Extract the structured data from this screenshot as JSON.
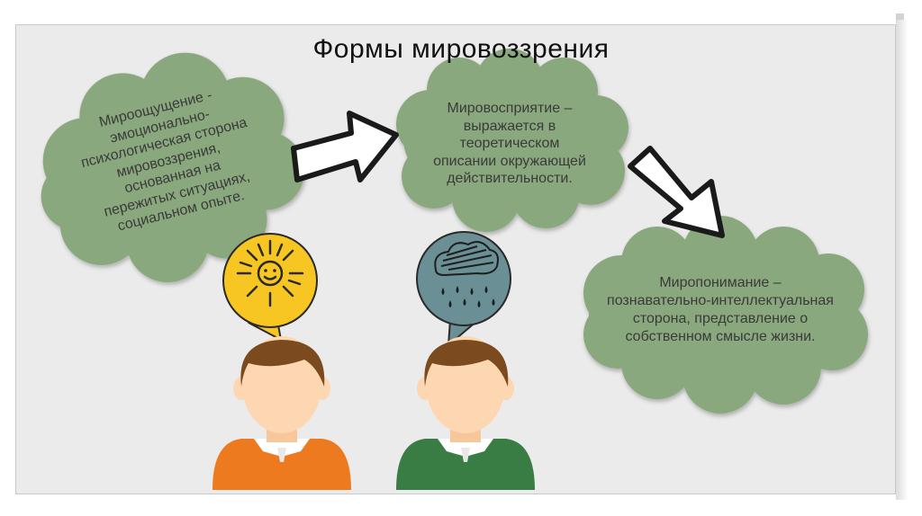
{
  "title": "Формы мировоззрения",
  "bubbles": [
    {
      "id": "mirooshchushchenie",
      "lines": [
        "Мироощущение -",
        "эмоционально-",
        "психологическая сторона",
        "мировоззрения,",
        "основанная на",
        "пережитых ситуациях,",
        "социальном опыте."
      ]
    },
    {
      "id": "mirovospriyatie",
      "lines": [
        "Мировосприятие –",
        "выражается в",
        "теоретическом",
        "описании окружающей",
        "действительности."
      ]
    },
    {
      "id": "miroponimanie",
      "lines": [
        "Миропонимание –",
        "познавательно-интеллектуальная",
        "сторона, представление о",
        "собственном смысле жизни."
      ]
    }
  ],
  "colors": {
    "bubble_fill": "#8aa87e",
    "sun": "#f7c623",
    "rain_cloud": "#6a8f95",
    "shirt_left": "#ee7a1f",
    "shirt_right": "#3a7d44",
    "face": "#fdd7b2",
    "hair": "#7b4a1e",
    "background": "#ebebeb"
  },
  "icons": [
    "arrow-right-icon",
    "arrow-down-right-icon",
    "sun-icon",
    "rain-cloud-icon",
    "person-icon"
  ]
}
